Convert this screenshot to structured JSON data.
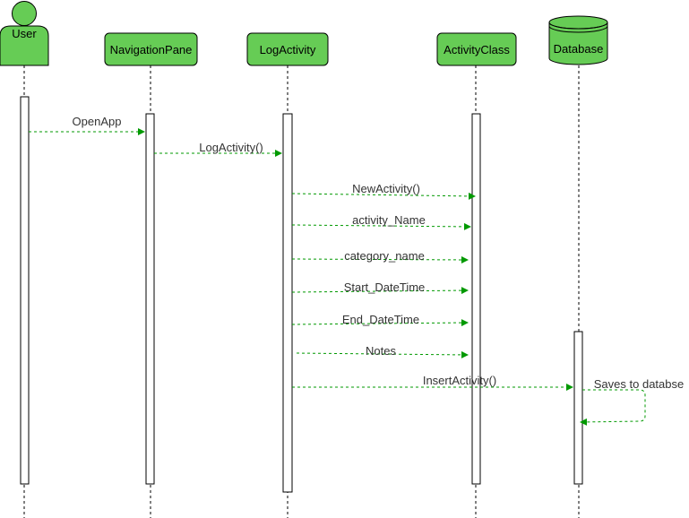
{
  "actor": {
    "label": "User"
  },
  "lifelines": {
    "navigation": "NavigationPane",
    "log": "LogActivity",
    "activity": "ActivityClass",
    "database": "Database"
  },
  "messages": {
    "open_app": "OpenApp",
    "log_activity": "LogActivity()",
    "new_activity": "NewActivity()",
    "activity_name": "activity_Name",
    "category_name": "category_name",
    "start_datetime": "Start_DateTime",
    "end_datetime": "End_DateTime",
    "notes": "Notes",
    "insert_activity": "InsertActivity()",
    "saves": "Saves to databse"
  },
  "colors": {
    "node_fill": "#66cc55",
    "stroke": "#000000",
    "arrow": "#009900"
  }
}
